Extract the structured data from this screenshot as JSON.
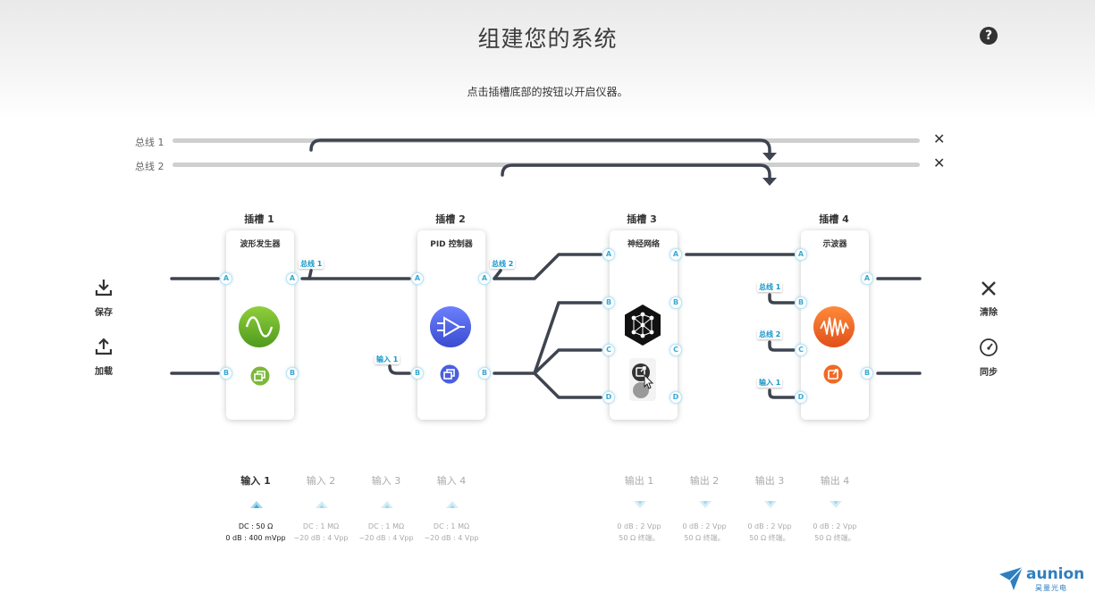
{
  "header": {
    "title": "组建您的系统",
    "subtitle": "点击插槽底部的按钮以开启仪器。",
    "help_label": "?"
  },
  "buses": [
    {
      "label": "总线 1",
      "close": "✕"
    },
    {
      "label": "总线 2",
      "close": "✕"
    }
  ],
  "slots": [
    {
      "label": "插槽 1",
      "instrument": "波形发生器",
      "ports_left": [
        "A",
        "B"
      ],
      "ports_right": [
        "A",
        "B"
      ],
      "tags": [
        "总线 1"
      ]
    },
    {
      "label": "插槽 2",
      "instrument": "PID 控制器",
      "ports_left": [
        "A",
        "B"
      ],
      "ports_right": [
        "A",
        "B"
      ],
      "tags": [
        "总线 2",
        "输入 1"
      ]
    },
    {
      "label": "插槽 3",
      "instrument": "神经网络",
      "ports_left": [
        "A",
        "B",
        "C",
        "D"
      ],
      "ports_right": [
        "A",
        "B",
        "C",
        "D"
      ],
      "tags": []
    },
    {
      "label": "插槽 4",
      "instrument": "示波器",
      "ports_left": [
        "A",
        "B",
        "C",
        "D"
      ],
      "ports_right": [
        "A",
        "B"
      ],
      "tags": [
        "总线 1",
        "总线 2",
        "输入 1"
      ]
    }
  ],
  "left_actions": {
    "save": "保存",
    "load": "加载"
  },
  "right_actions": {
    "clear": "清除",
    "sync": "同步"
  },
  "inputs": [
    {
      "label": "输入 1",
      "line1": "DC : 50 Ω",
      "line2": "0 dB : 400 mVpp"
    },
    {
      "label": "输入 2",
      "line1": "DC : 1 MΩ",
      "line2": "−20 dB : 4 Vpp"
    },
    {
      "label": "输入 3",
      "line1": "DC : 1 MΩ",
      "line2": "−20 dB : 4 Vpp"
    },
    {
      "label": "输入 4",
      "line1": "DC : 1 MΩ",
      "line2": "−20 dB : 4 Vpp"
    }
  ],
  "outputs": [
    {
      "label": "输出 1",
      "line1": "0 dB : 2 Vpp",
      "line2": "50 Ω 终端。"
    },
    {
      "label": "输出 2",
      "line1": "0 dB : 2 Vpp",
      "line2": "50 Ω 终端。"
    },
    {
      "label": "输出 3",
      "line1": "0 dB : 2 Vpp",
      "line2": "50 Ω 终端。"
    },
    {
      "label": "输出 4",
      "line1": "0 dB : 2 Vpp",
      "line2": "50 Ω 终端。"
    }
  ],
  "logo": {
    "name": "aunion",
    "sub": "昊量光电"
  },
  "colors": {
    "wire": "#3e4450",
    "port_accent": "#39a9d6",
    "waveform_green": "#6fb22e",
    "pid_blue": "#4a5fe0",
    "neural_black": "#111111",
    "scope_orange": "#f06a24"
  }
}
